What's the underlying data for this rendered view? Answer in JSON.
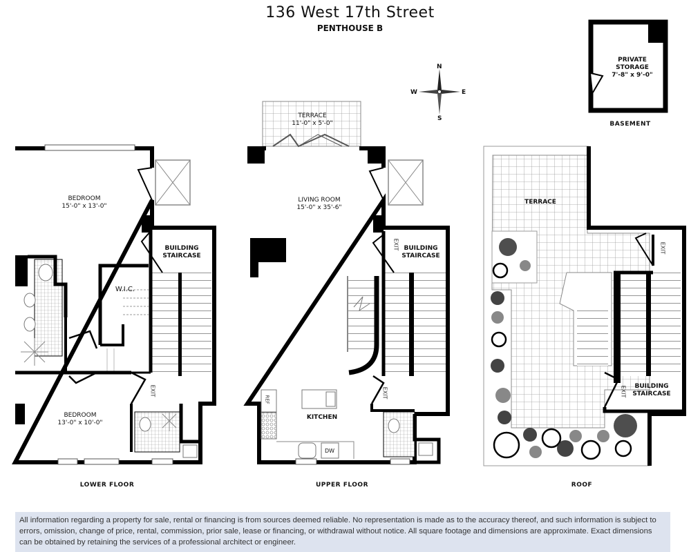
{
  "header": {
    "title": "136 West 17th Street",
    "subtitle": "PENTHOUSE B"
  },
  "compass": {
    "n": "N",
    "s": "S",
    "e": "E",
    "w": "W"
  },
  "basement": {
    "caption": "BASEMENT",
    "storage": {
      "name_line1": "PRIVATE",
      "name_line2": "STORAGE",
      "dims": "7'-8\" x 9'-0\""
    }
  },
  "lower_floor": {
    "caption": "LOWER FLOOR",
    "bedroom1": {
      "name": "BEDROOM",
      "dims": "15'-0\" x 13'-0\""
    },
    "bedroom2": {
      "name": "BEDROOM",
      "dims": "13'-0\" x 10'-0\""
    },
    "wic": "W.I.C.",
    "staircase_line1": "BUILDING",
    "staircase_line2": "STAIRCASE",
    "exit": "EXIT"
  },
  "upper_floor": {
    "caption": "UPPER FLOOR",
    "terrace": {
      "name": "TERRACE",
      "dims": "11'-0\" x 5'-0\""
    },
    "living_room": {
      "name": "LIVING ROOM",
      "dims": "15'-0\" x 35'-6\""
    },
    "kitchen": "KITCHEN",
    "ref": "REF",
    "dw": "DW",
    "staircase_line1": "BUILDING",
    "staircase_line2": "STAIRCASE",
    "exit_top": "EXIT",
    "exit_bottom": "EXIT"
  },
  "roof": {
    "caption": "ROOF",
    "terrace": "TERRACE",
    "staircase_line1": "BUILDING",
    "staircase_line2": "STAIRCASE",
    "exit_top": "EXIT",
    "exit_bottom": "EXIT"
  },
  "disclaimer": {
    "text": "All information regarding a property for sale, rental or financing is from sources deemed reliable. No representation is made as to the accuracy thereof, and such information is subject to errors, omission, change of price, rental, commission, prior sale, lease or financing, or withdrawal without notice. All square footage and dimensions are approximate. Exact dimensions can be obtained by retaining the services of a professional architect or engineer.",
    "background": "#dde3ef"
  }
}
